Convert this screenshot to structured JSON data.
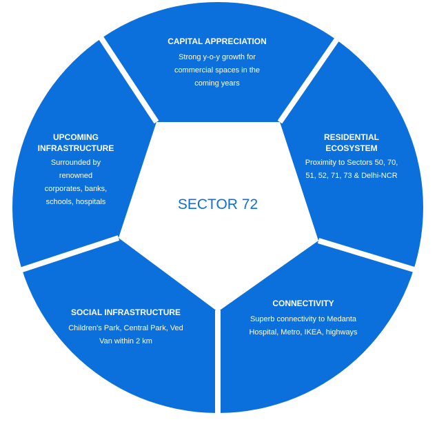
{
  "colors": {
    "segment": "#0b6fdc",
    "background": "#ffffff"
  },
  "center": {
    "label": "SECTOR 72"
  },
  "segments": [
    {
      "title": "CAPITAL APPRECIATION",
      "text": "Strong y-o-y growth for commercial spaces in the coming years"
    },
    {
      "title": "RESIDENTIAL ECOSYSTEM",
      "text": "Proximity to Sectors 50, 70, 51, 52, 71, 73 & Delhi-NCR"
    },
    {
      "title": "CONNECTIVITY",
      "text": "Superb connectivity to Medanta Hospital, Metro, IKEA, highways"
    },
    {
      "title": "SOCIAL INFRASTRUCTURE",
      "text": "Children's Park, Central Park, Ved Van within 2 km"
    },
    {
      "title": "UPCOMING INFRASTRUCTURE",
      "text": "Surrounded by renowned corporates, banks, schools, hospitals"
    }
  ]
}
